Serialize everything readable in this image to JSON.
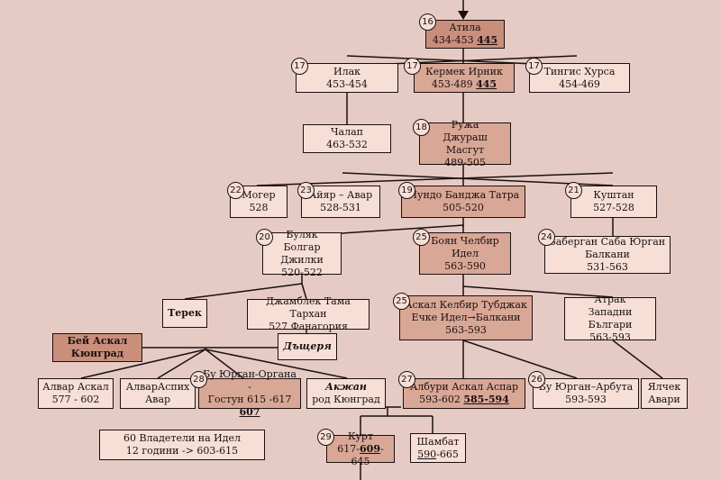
{
  "nodes": {
    "atila": {
      "badge": "16",
      "name": "Атила",
      "years": "434-453",
      "years2": "445"
    },
    "ilak": {
      "badge": "17",
      "name": "Илак",
      "years": "453-454"
    },
    "kermek": {
      "badge": "17",
      "name": "Кермек Ирник",
      "years": "453-489",
      "years2": "445"
    },
    "tingis": {
      "badge": "17",
      "name": "Тингис Хурса",
      "years": "454-469"
    },
    "chalap": {
      "name": "Чалап",
      "years": "463-532"
    },
    "ruzha": {
      "badge": "18",
      "name": "Ружа",
      "name2": "Джураш Масгут",
      "years": "489-505"
    },
    "moger": {
      "badge": "22",
      "name": "Могер",
      "years": "528"
    },
    "ayar": {
      "badge": "23",
      "name": "Айяр – Авар",
      "years": "528-531"
    },
    "mundo": {
      "badge": "19",
      "name": "Мундо Банджа Татра",
      "years": "505-520"
    },
    "kushtan": {
      "badge": "21",
      "name": "Куштан",
      "years": "527-528"
    },
    "bulyak": {
      "badge": "20",
      "name": "Буляк Болгар",
      "name2": "Джилки",
      "years": "520-522"
    },
    "boyan": {
      "badge": "25",
      "name": "Боян Челбир",
      "name2": "Идел",
      "years": "563-590"
    },
    "zaberган": {
      "badge": "24",
      "name": "Заберган Саба Юрган",
      "name2": "Балкани",
      "years": "531-563"
    },
    "terek": {
      "name": "Терек"
    },
    "dzhamblek": {
      "name": "Джамблек Тама Тархан",
      "years": "527 Фанагория"
    },
    "askal": {
      "badge": "25",
      "name": "Аскал Келбир Тубджак",
      "name2": "Ечке Идел→Балкани",
      "years": "563-593"
    },
    "atrak": {
      "name": "Атрак",
      "name2": "Западни Българи",
      "years": "563-593"
    },
    "bey": {
      "name": "Бей Аскал",
      "name2": "Кюнград"
    },
    "dashterya": {
      "name": "Дъщеря"
    },
    "alvar_askal": {
      "name": "Алвар Аскал",
      "years": "577 - 602"
    },
    "alvar_aspih": {
      "name": "АлварАспих",
      "years": "Авар"
    },
    "bu_yurgan_organa": {
      "badge": "28",
      "name": "Бу Юрган-Органа -",
      "years": "Гостун 615 -617",
      "years2": "607"
    },
    "akzhan": {
      "name": "Акжан",
      "years": "род Кюнград"
    },
    "alburi": {
      "badge": "27",
      "name": "Албури Аскал Аспар",
      "years": "593-602",
      "years2": "585-594"
    },
    "bu_yurgan_arbuta": {
      "badge": "26",
      "name": "Бу Юрган–Арбута",
      "years": "593-593"
    },
    "yalchek": {
      "name": "Ялчек",
      "years": "Авари"
    },
    "vladeteli": {
      "name": "60 Владетели на Идел",
      "years": "12 години -> 603-615"
    },
    "kurt": {
      "badge": "29",
      "name": "Курт",
      "years": "617-",
      "years2": "609",
      "years3": "-645"
    },
    "shambat": {
      "name": "Шамбат",
      "years": "590",
      "years2": "-665"
    }
  }
}
